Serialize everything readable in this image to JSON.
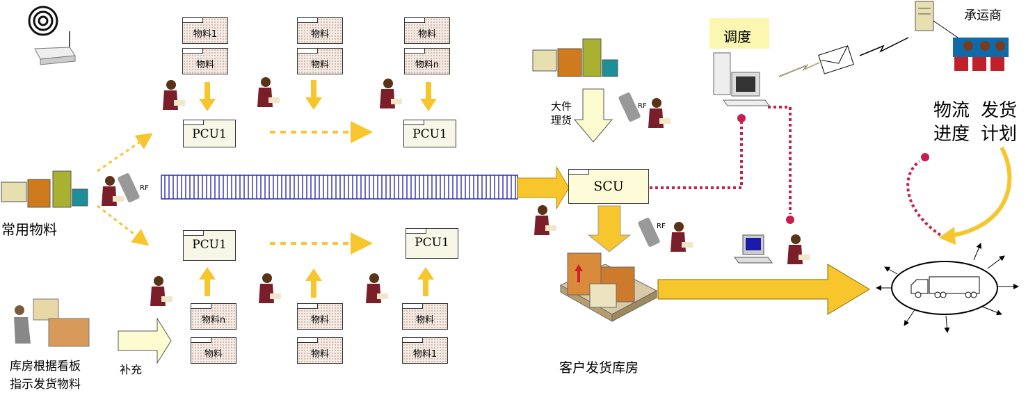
{
  "warehouse": {
    "label": "常用物料",
    "rf": "RF"
  },
  "top_row": {
    "col1": {
      "item_a": "物料1",
      "item_b": "物料",
      "unit": "PCU1"
    },
    "col2": {
      "item_a": "物料",
      "item_b": "物料"
    },
    "col3": {
      "item_a": "物料",
      "item_b": "物料n",
      "unit": "PCU1"
    }
  },
  "bottom_row": {
    "col1": {
      "item_a": "物料n",
      "item_b": "物料",
      "unit": "PCU1"
    },
    "col2": {
      "item_a": "物料",
      "item_b": "物料"
    },
    "col3": {
      "item_a": "物料",
      "item_b": "物料1",
      "unit": "PCU1"
    }
  },
  "kanban": {
    "line1": "库房根据看板",
    "line2": "指示发货物料"
  },
  "replenish": "补充",
  "bulk": {
    "line1": "大件",
    "line2": "理货",
    "rf": "RF"
  },
  "scu": {
    "label": "SCU",
    "rf": "RF"
  },
  "dispatch": "调度",
  "carrier": "承运商",
  "logistics": {
    "col1_line1": "物流",
    "col1_line2": "进度",
    "col2_line1": "发货",
    "col2_line2": "计划"
  },
  "shipping_warehouse": "客户发货库房",
  "colors": {
    "arrow": "#f7c52c",
    "dashed_link": "#c81e4b",
    "conveyor": "#2b2bb0"
  }
}
